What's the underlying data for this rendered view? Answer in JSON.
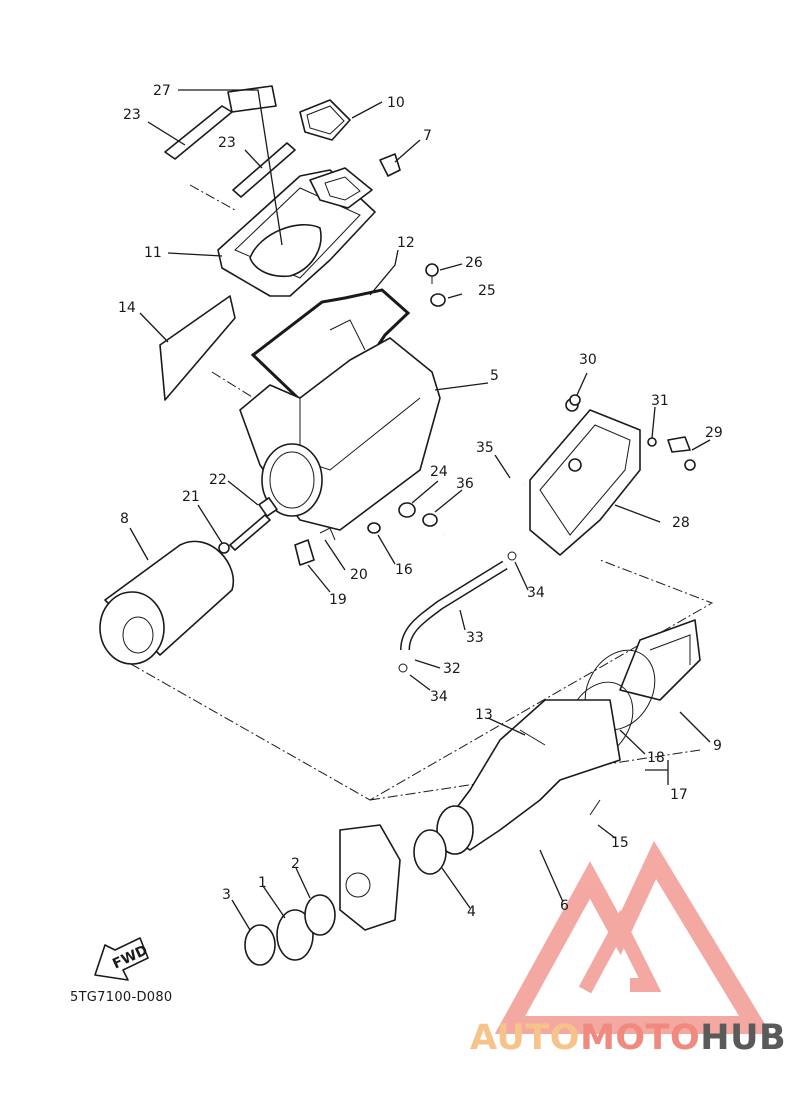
{
  "diagram_code": "5TG7100-D080",
  "fwd_label": "FWD",
  "watermark": {
    "part1": "AUTO",
    "part2": "MOTO",
    "part3": "HUB",
    "color1": "#f6c48a",
    "color2": "#f08a7e",
    "color3": "#5a5a5a"
  },
  "callouts": [
    "1",
    "2",
    "3",
    "4",
    "5",
    "6",
    "7",
    "8",
    "9",
    "10",
    "11",
    "12",
    "13",
    "14",
    "15",
    "16",
    "17",
    "18",
    "19",
    "20",
    "21",
    "22",
    "23",
    "23",
    "24",
    "25",
    "26",
    "27",
    "28",
    "29",
    "30",
    "31",
    "32",
    "33",
    "34",
    "34",
    "35",
    "36"
  ]
}
